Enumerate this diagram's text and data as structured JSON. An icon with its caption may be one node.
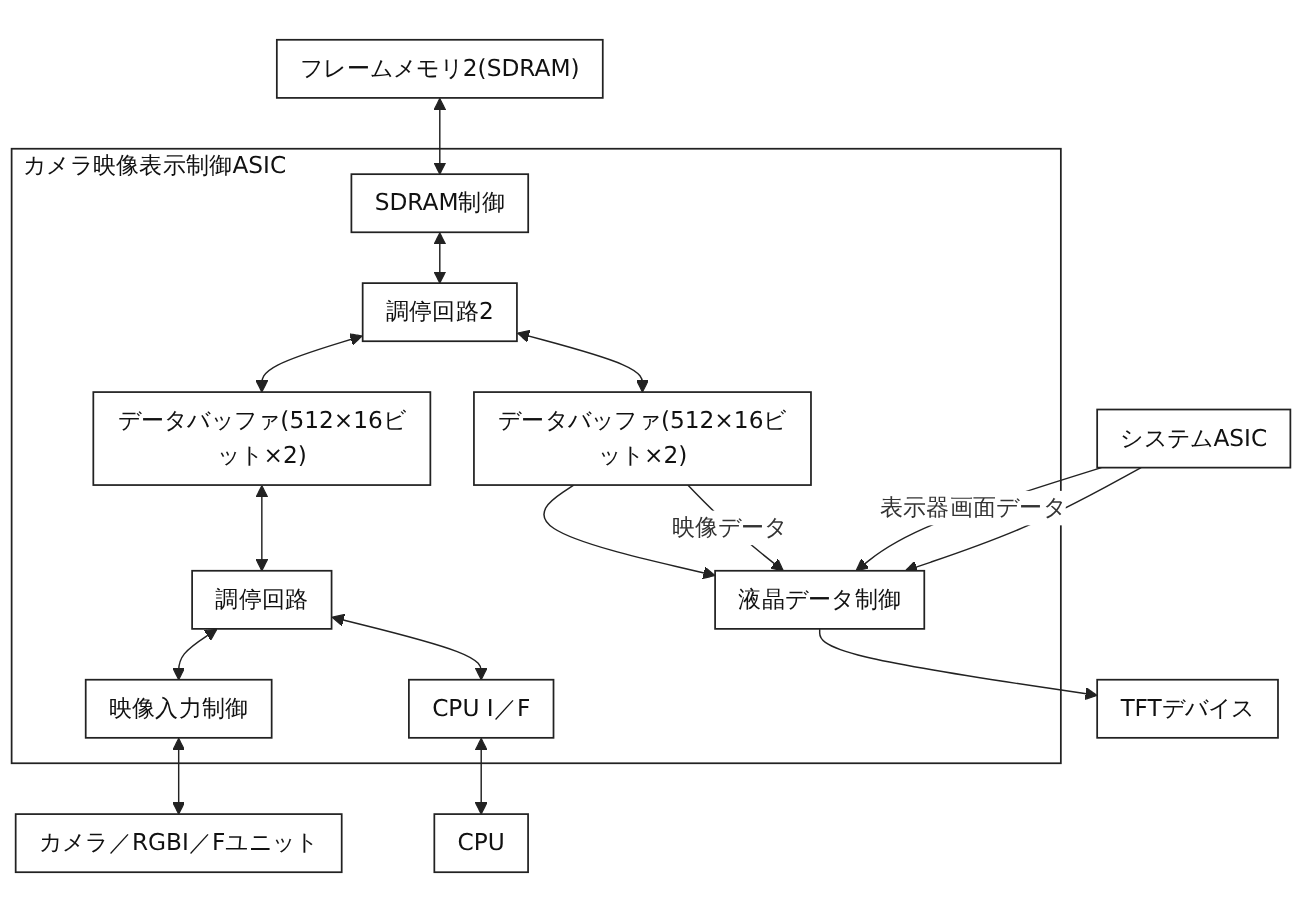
{
  "diagram": {
    "nodes": [
      {
        "text": [
          "フレームメモリ2(SDRAM)"
        ]
      },
      {
        "text": [
          "カメラ映像表示制御ASIC"
        ]
      },
      {
        "text": [
          "SDRAM制御"
        ],
        "in": 1
      },
      {
        "text": [
          "調停回路2"
        ],
        "in": 1
      },
      {
        "text": [
          "データバッファ(512×16ビット×2)"
        ],
        "in": 1
      },
      {
        "text": [
          "データバッファ(512×16ビット×2)"
        ],
        "in": 1
      },
      {
        "text": [
          "調停回路"
        ],
        "in": 1
      },
      {
        "text": [
          "映像入力制御"
        ],
        "in": 1
      },
      {
        "text": [
          "CPU I／F"
        ],
        "in": 1
      },
      {
        "text": [
          "液晶データ制御"
        ],
        "in": 1
      },
      {
        "text": [
          "システムASIC"
        ]
      },
      {
        "text": [
          "カメラ／RGBI／Fユニット"
        ]
      },
      {
        "text": [
          "CPU"
        ]
      },
      {
        "text": [
          "TFTデバイス"
        ]
      }
    ],
    "edges": [
      {
        "from": 0,
        "to": 2,
        "arrow": "both"
      },
      {
        "from": 2,
        "to": 3,
        "arrow": "both"
      },
      {
        "from": 3,
        "to": 4,
        "arrow": "both"
      },
      {
        "from": 3,
        "to": 5,
        "arrow": "both"
      },
      {
        "from": 4,
        "to": 6,
        "arrow": "both"
      },
      {
        "from": 6,
        "to": 7,
        "arrow": "both"
      },
      {
        "from": 6,
        "to": 8,
        "arrow": "both"
      },
      {
        "from": 5,
        "to": 9,
        "arrow": "to"
      },
      {
        "from": 5,
        "to": 9,
        "arrow": "to",
        "label": "映像データ"
      },
      {
        "from": 10,
        "to": 9,
        "arrow": "to",
        "label": "表示器画面データ"
      },
      {
        "from": 10,
        "to": 9,
        "arrow": "to"
      },
      {
        "from": 7,
        "to": 11,
        "arrow": "both"
      },
      {
        "from": 8,
        "to": 12,
        "arrow": "both"
      },
      {
        "from": 9,
        "to": 13,
        "arrow": "to"
      }
    ]
  }
}
